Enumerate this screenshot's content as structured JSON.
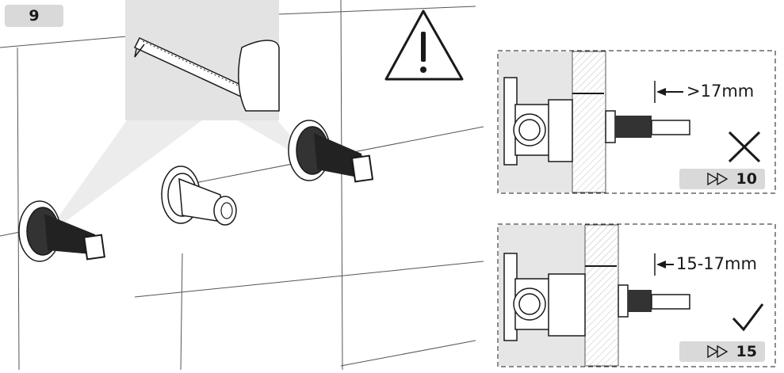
{
  "step": {
    "number": "9"
  },
  "panels": [
    {
      "measurement": ">17mm",
      "verdict": "incorrect",
      "verdict_icon": "cross-icon",
      "next_step": "10"
    },
    {
      "measurement": "15-17mm",
      "verdict": "correct",
      "verdict_icon": "check-icon",
      "next_step": "15"
    }
  ],
  "icons": [
    "warning-icon",
    "tape-measure-icon",
    "fast-forward-icon"
  ],
  "colors": {
    "ink": "#1a1a1a",
    "badge": "#d9d9d9",
    "panel_shade": "#e6e6e6",
    "callout": "#e3e3e3"
  }
}
